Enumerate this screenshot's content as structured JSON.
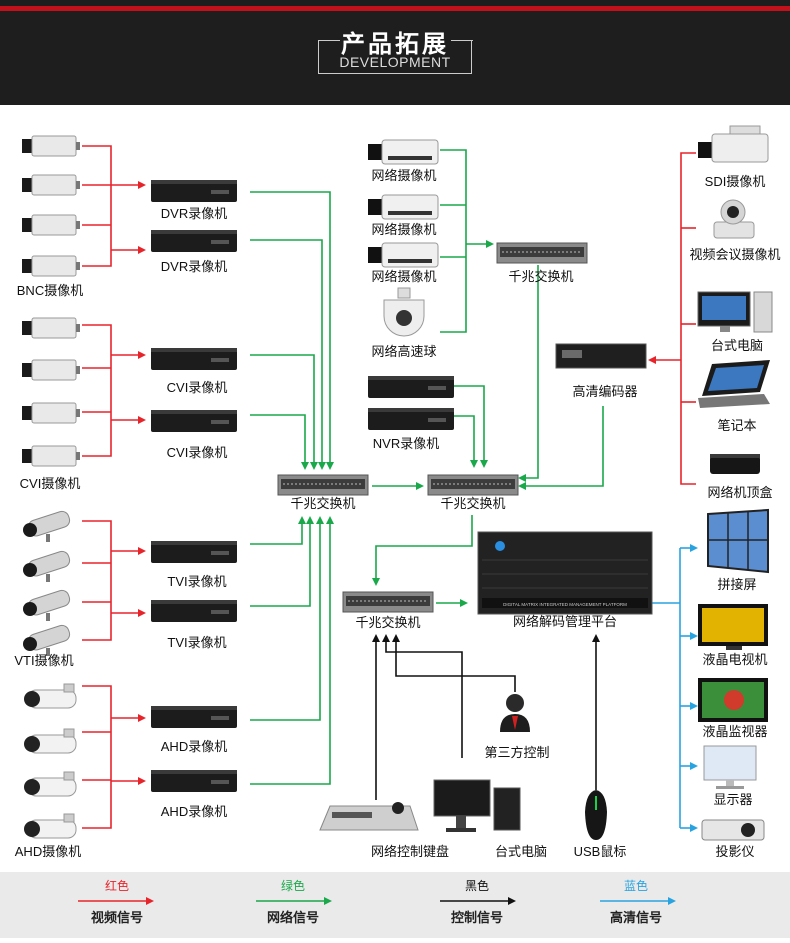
{
  "header": {
    "title": "产品拓展",
    "subtitle": "DEVELOPMENT"
  },
  "colors": {
    "video": "#e8242b",
    "network": "#1aa84a",
    "control": "#111111",
    "hd": "#29a3e0",
    "header_bg": "#1e1e1e",
    "header_accent": "#c3111b"
  },
  "labels": {
    "bnc_camera": "BNC摄像机",
    "cvi_camera": "CVI摄像机",
    "vti_camera": "VTI摄像机",
    "ahd_camera": "AHD摄像机",
    "dvr1": "DVR录像机",
    "dvr2": "DVR录像机",
    "cvi1": "CVI录像机",
    "cvi2": "CVI录像机",
    "tvi1": "TVI录像机",
    "tvi2": "TVI录像机",
    "ahd1": "AHD录像机",
    "ahd2": "AHD录像机",
    "net_cam1": "网络摄像机",
    "net_cam2": "网络摄像机",
    "net_cam3": "网络摄像机",
    "speed_dome": "网络高速球",
    "nvr1": "NVR录像机",
    "switch_top": "千兆交换机",
    "switch_left": "千兆交换机",
    "switch_center": "千兆交换机",
    "switch_bottom": "千兆交换机",
    "hd_encoder": "高清编码器",
    "platform": "网络解码管理平台",
    "platform_plate": "DIGITAL MATRIX INTEGRATED MANAGEMENT PLATFORM",
    "sdi_camera": "SDI摄像机",
    "video_conf_camera": "视频会议摄像机",
    "desktop_right": "台式电脑",
    "laptop": "笔记本",
    "set_top_box": "网络机顶盒",
    "splice_screen": "拼接屏",
    "lcd_tv": "液晶电视机",
    "lcd_monitor": "液晶监视器",
    "display": "显示器",
    "projector": "投影仪",
    "third_party": "第三方控制",
    "control_keyboard": "网络控制键盘",
    "desktop_bottom": "台式电脑",
    "usb_mouse": "USB鼠标"
  },
  "legend": [
    {
      "color_name": "红色",
      "signal": "视频信号",
      "color": "#e8242b"
    },
    {
      "color_name": "绿色",
      "signal": "网络信号",
      "color": "#1aa84a"
    },
    {
      "color_name": "黑色",
      "signal": "控制信号",
      "color": "#111111"
    },
    {
      "color_name": "蓝色",
      "signal": "高清信号",
      "color": "#29a3e0"
    }
  ]
}
